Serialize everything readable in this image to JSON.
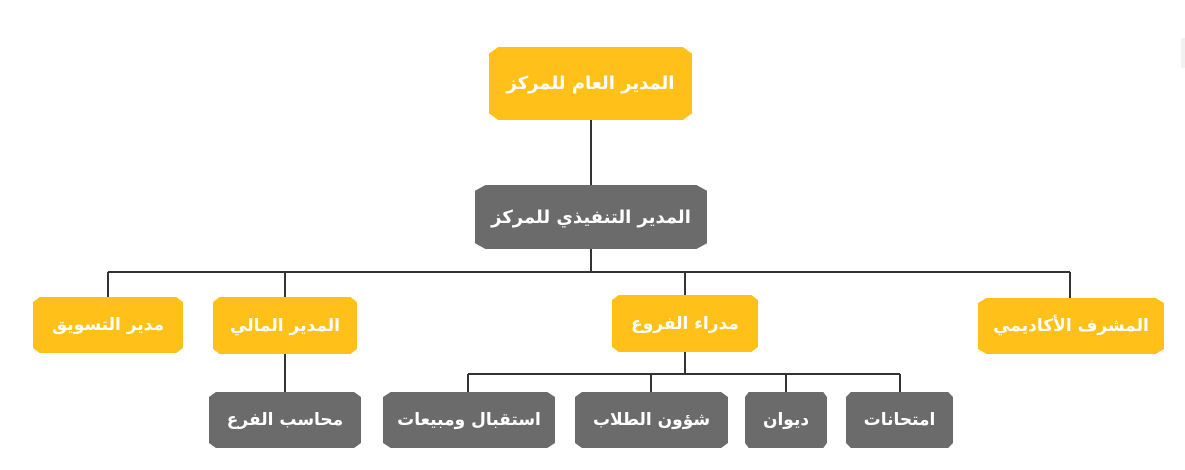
{
  "colors": {
    "accent": "#FFC119",
    "secondary": "#6B6B6B",
    "line": "#333333",
    "text": "#FFFFFF"
  },
  "diagram": {
    "nodes": [
      {
        "id": "general-manager",
        "label": "المدير العام للمركز",
        "style": "yellow"
      },
      {
        "id": "executive-manager",
        "label": "المدير التنفيذي للمركز",
        "style": "gray"
      },
      {
        "id": "academic-supervisor",
        "label": "المشرف الأكاديمي",
        "style": "yellow"
      },
      {
        "id": "branch-managers",
        "label": "مدراء الفروع",
        "style": "yellow"
      },
      {
        "id": "financial-manager",
        "label": "المدير المالي",
        "style": "yellow"
      },
      {
        "id": "marketing-manager",
        "label": "مدير التسويق",
        "style": "yellow"
      },
      {
        "id": "exams",
        "label": "امتحانات",
        "style": "gray"
      },
      {
        "id": "diwan",
        "label": "ديوان",
        "style": "gray"
      },
      {
        "id": "student-affairs",
        "label": "شؤون الطلاب",
        "style": "gray"
      },
      {
        "id": "reception-sales",
        "label": "استقبال ومبيعات",
        "style": "gray"
      },
      {
        "id": "branch-accountant",
        "label": "محاسب الفرع",
        "style": "gray"
      }
    ],
    "edges": [
      [
        "general-manager",
        "executive-manager"
      ],
      [
        "executive-manager",
        "academic-supervisor"
      ],
      [
        "executive-manager",
        "branch-managers"
      ],
      [
        "executive-manager",
        "financial-manager"
      ],
      [
        "executive-manager",
        "marketing-manager"
      ],
      [
        "branch-managers",
        "exams"
      ],
      [
        "branch-managers",
        "diwan"
      ],
      [
        "branch-managers",
        "student-affairs"
      ],
      [
        "branch-managers",
        "reception-sales"
      ],
      [
        "financial-manager",
        "branch-accountant"
      ]
    ]
  }
}
